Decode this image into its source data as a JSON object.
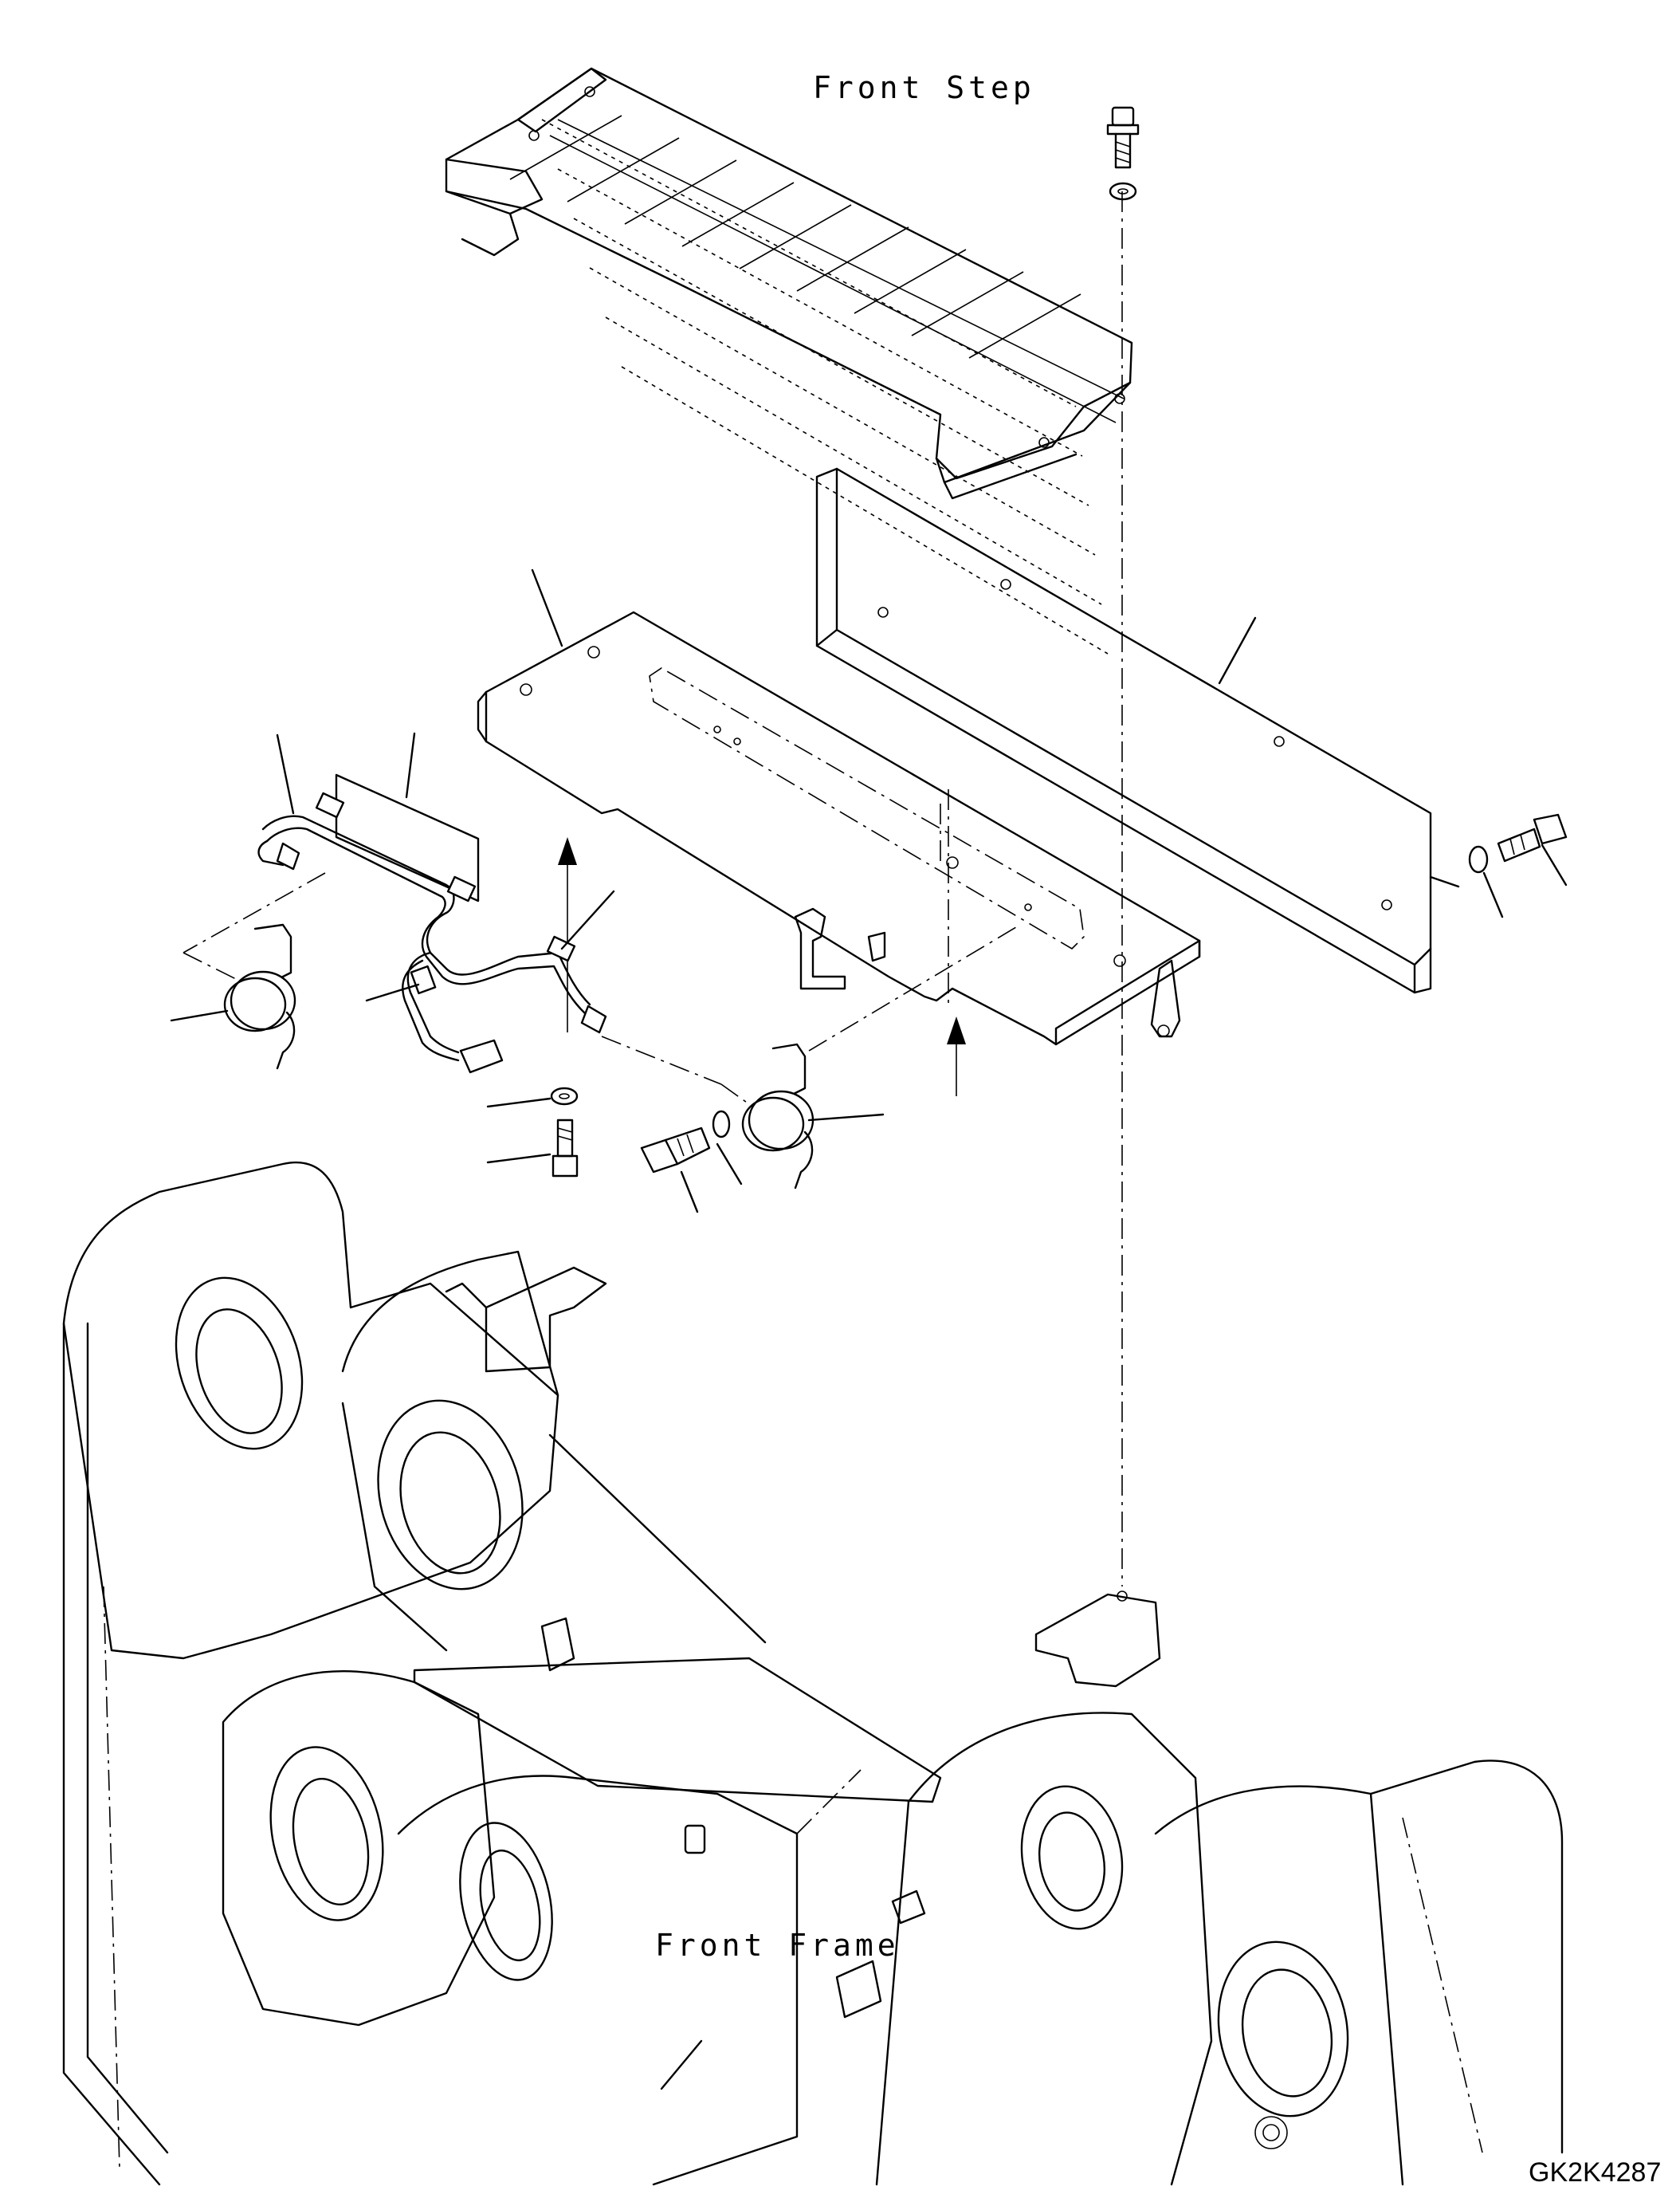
{
  "labels": {
    "front_step": "Front Step",
    "front_frame": "Front Frame",
    "drawing_code": "GK2K4287"
  },
  "parts": [
    {
      "name": "front-step-grating",
      "icon": "grating-step-icon"
    },
    {
      "name": "step-plate",
      "icon": "plate-icon"
    },
    {
      "name": "side-cover",
      "icon": "cover-panel-icon"
    },
    {
      "name": "wiring-harness",
      "icon": "harness-icon"
    },
    {
      "name": "lamp-left",
      "icon": "lamp-icon"
    },
    {
      "name": "lamp-right",
      "icon": "lamp-icon"
    },
    {
      "name": "bolt",
      "icon": "bolt-icon"
    },
    {
      "name": "washer",
      "icon": "washer-icon"
    },
    {
      "name": "front-frame",
      "icon": "frame-icon"
    }
  ],
  "colors": {
    "line": "#000000",
    "background": "#ffffff"
  }
}
